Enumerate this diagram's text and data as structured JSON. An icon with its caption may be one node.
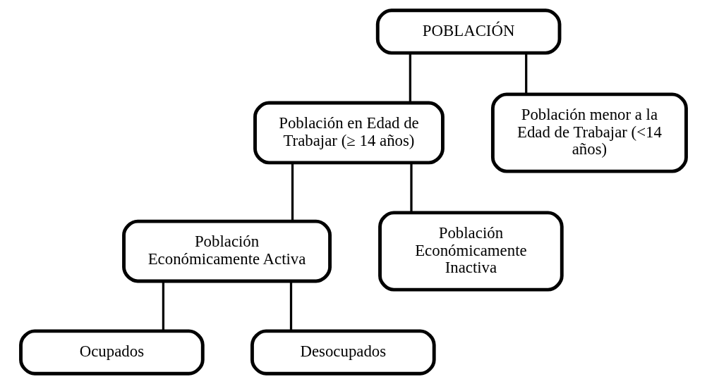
{
  "diagram": {
    "nodes": [
      {
        "text": [
          "POBLACIÓN"
        ]
      },
      {
        "text": [
          "Población en Edad de Trabajar (≥ 14 años)"
        ]
      },
      {
        "text": [
          "Población menor a la Edad de Trabajar (<14 años)"
        ]
      },
      {
        "text": [
          "Población Económicamente Activa"
        ]
      },
      {
        "text": [
          "Población Económicamente Inactiva"
        ]
      },
      {
        "text": [
          "Ocupados"
        ]
      },
      {
        "text": [
          "Desocupados"
        ]
      }
    ],
    "edges": [
      {
        "from": 0,
        "to": 1,
        "arrow": "none"
      },
      {
        "from": 0,
        "to": 2,
        "arrow": "none"
      },
      {
        "from": 1,
        "to": 3,
        "arrow": "none"
      },
      {
        "from": 1,
        "to": 4,
        "arrow": "none"
      },
      {
        "from": 3,
        "to": 5,
        "arrow": "none"
      },
      {
        "from": 3,
        "to": 6,
        "arrow": "none"
      }
    ]
  }
}
